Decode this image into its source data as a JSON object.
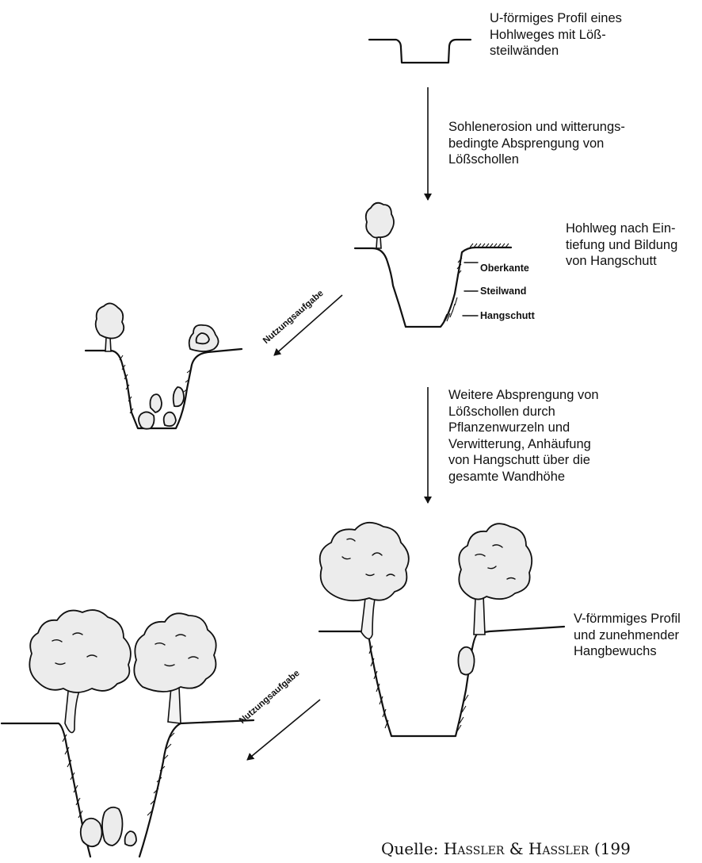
{
  "texts": {
    "step1": "U-förmiges Profil eines\nHohlweges mit Löß-\nsteilwänden",
    "arrow1": "Sohlenerosion und witterungs-\nbedingte Absprengung von\nLößschollen",
    "step2": "Hohlweg nach Ein-\ntiefung und Bildung\nvon Hangschutt",
    "arrow2": "Weitere Absprengung von\nLößschollen durch\nPflanzenwurzeln und\nVerwitterung, Anhäufung\nvon Hangschutt über die\ngesamte Wandhöhe",
    "step3": "V-förmmiges Profil\nund zunehmender\nHangbewuchs"
  },
  "labels": {
    "oberkante": "Oberkante",
    "steilwand": "Steilwand",
    "hangschutt": "Hangschutt",
    "nutzung1": "Nutzungsaufgabe",
    "nutzung2": "Nutzungsaufgabe"
  },
  "source": {
    "prefix": "Quelle: ",
    "author1": "Hassler",
    "amp": " & ",
    "author2": "Hassler",
    "year": " (199"
  }
}
